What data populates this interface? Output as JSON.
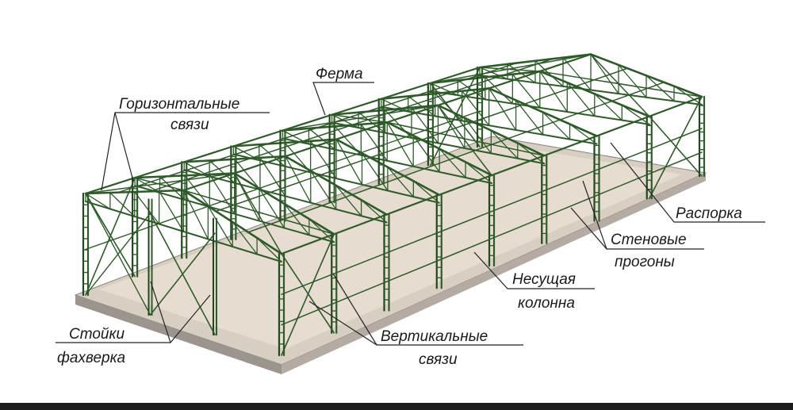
{
  "labels": {
    "horizontal_bracing_1": "Горизонтальные",
    "horizontal_bracing_2": "связи",
    "truss": "Ферма",
    "strut": "Распорка",
    "wall_purlins_1": "Стеновые",
    "wall_purlins_2": "прогоны",
    "bearing_column_1": "Несущая",
    "bearing_column_2": "колонна",
    "vertical_bracing_1": "Вертикальные",
    "vertical_bracing_2": "связи",
    "framework_posts_1": "Стойки",
    "framework_posts_2": "фахверка"
  },
  "colors": {
    "steel": "#2f5a2a",
    "steel_dark": "#23451f",
    "slab": "#d8cfc3",
    "slab_edge": "#8a8580",
    "floor": "#e6ddd0"
  }
}
